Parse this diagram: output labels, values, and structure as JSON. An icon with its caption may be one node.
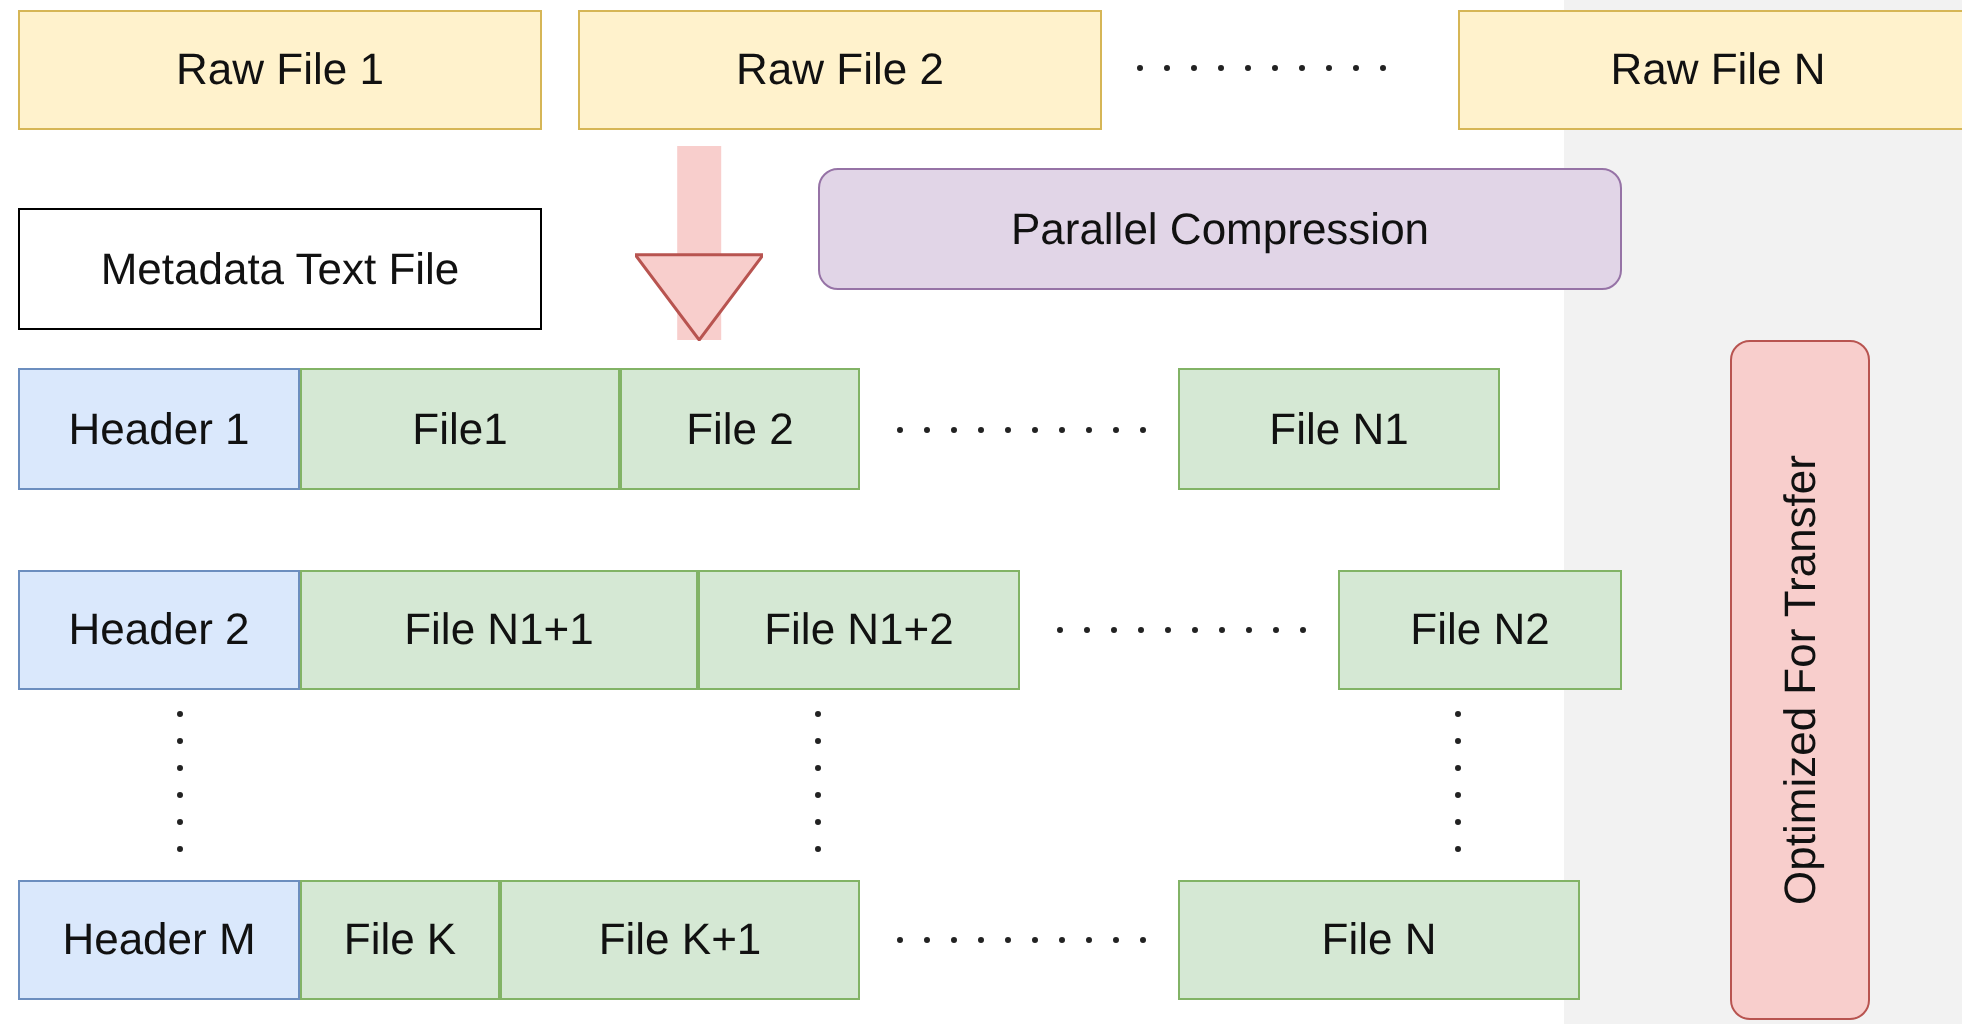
{
  "diagram": {
    "nodes": [
      {
        "text": [
          "Raw File 1"
        ]
      },
      {
        "text": [
          "Raw File 2"
        ]
      },
      {
        "text": [
          "Raw File N"
        ]
      },
      {
        "text": [
          "Metadata Text File"
        ]
      },
      {
        "text": [
          "Parallel Compression"
        ]
      },
      {
        "text": [
          "Header 1"
        ]
      },
      {
        "text": [
          "File1"
        ]
      },
      {
        "text": [
          "File 2"
        ]
      },
      {
        "text": [
          "File N1"
        ]
      },
      {
        "text": [
          "Header 2"
        ]
      },
      {
        "text": [
          "File N1+1"
        ]
      },
      {
        "text": [
          "File N1+2"
        ]
      },
      {
        "text": [
          "File N2"
        ]
      },
      {
        "text": [
          "Header M"
        ]
      },
      {
        "text": [
          "File K"
        ]
      },
      {
        "text": [
          "File K+1"
        ]
      },
      {
        "text": [
          "File N"
        ]
      },
      {
        "text": [
          "Optimized For Transfer"
        ]
      }
    ],
    "edges": [
      {
        "from": 1,
        "to": 7,
        "arrow": "to"
      }
    ]
  }
}
